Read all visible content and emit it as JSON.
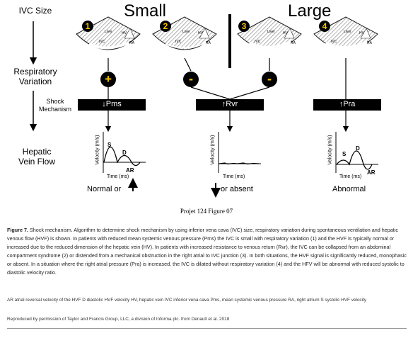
{
  "labels": {
    "ivc_size": "IVC Size",
    "resp_variation": "Respiratory\nVariation",
    "shock_mechanism": "Shock\nMechanism",
    "hepatic_flow": "Hepatic\nVein Flow",
    "small": "Small",
    "large": "Large"
  },
  "panels": [
    {
      "num": "1",
      "sign": "+",
      "liver": "Liver",
      "hv": "HV",
      "ivc": "IVC",
      "ra": "RA"
    },
    {
      "num": "2",
      "sign": "-",
      "liver": "Liver",
      "hv": "HV",
      "ivc": "IVC",
      "ra": "RA"
    },
    {
      "num": "3",
      "sign": "-",
      "liver": "Liver",
      "hv": "HV",
      "ivc": "IVC",
      "ra": "RA"
    },
    {
      "num": "4",
      "sign": "",
      "liver": "Liver",
      "hv": "HV",
      "ivc": "IVC",
      "ra": "RA"
    }
  ],
  "mechanisms": [
    "↓Pms",
    "↑Rvr",
    "↑Pra"
  ],
  "graphs": {
    "ylabel": "Velocity (m/s)",
    "xlabel": "Time (ms)",
    "s": "S",
    "d": "D",
    "ar": "AR",
    "outcome1": "Normal or",
    "outcome2": "or absent",
    "outcome3": "Abnormal"
  },
  "figure_label": "Projet 124 Figure 07",
  "caption": {
    "title": "Figure 7.",
    "text": " Shock mechanism. Algorithm to determine shock mechanism by using inferior vena cava (IVC) size, respiratory variation during spontaneous ventilation and hepatic venous flow (HVF) is shown. In patients with reduced mean systemic venous pressure (Pms) the IVC is small with respiratory variation (1) and the HVF is typically normal or increased due to the reduced dimension of the hepatic vein (HV). In patients with increased resistance to venous return (Rvr), the IVC can be collapsed from an abdominal compartment syndrome (2) or distended from a mechanical obstruction in the right atrial to IVC junction (3). In both situations, the HVF signal is significantly reduced, monophasic or absent. In a situation where the right atrial pressure (Pra) is increased, the IVC is dilated without respiratory variation (4) and the HFV will be abnormal with reduced systolic to diastolic velocity ratio."
  },
  "abbrev": "AR atrial reversal velocity of the HVF D diastolic HVF velocity HV, hepatic vein IVC inferior vena cava Pms, mean systemic venous pressure RA, right atrium S systolic HVF velocity",
  "reproduced": "Reproduced by permission of Taylor and Francis Group, LLC, a division of Informa plc. from Denault et al. 2018"
}
